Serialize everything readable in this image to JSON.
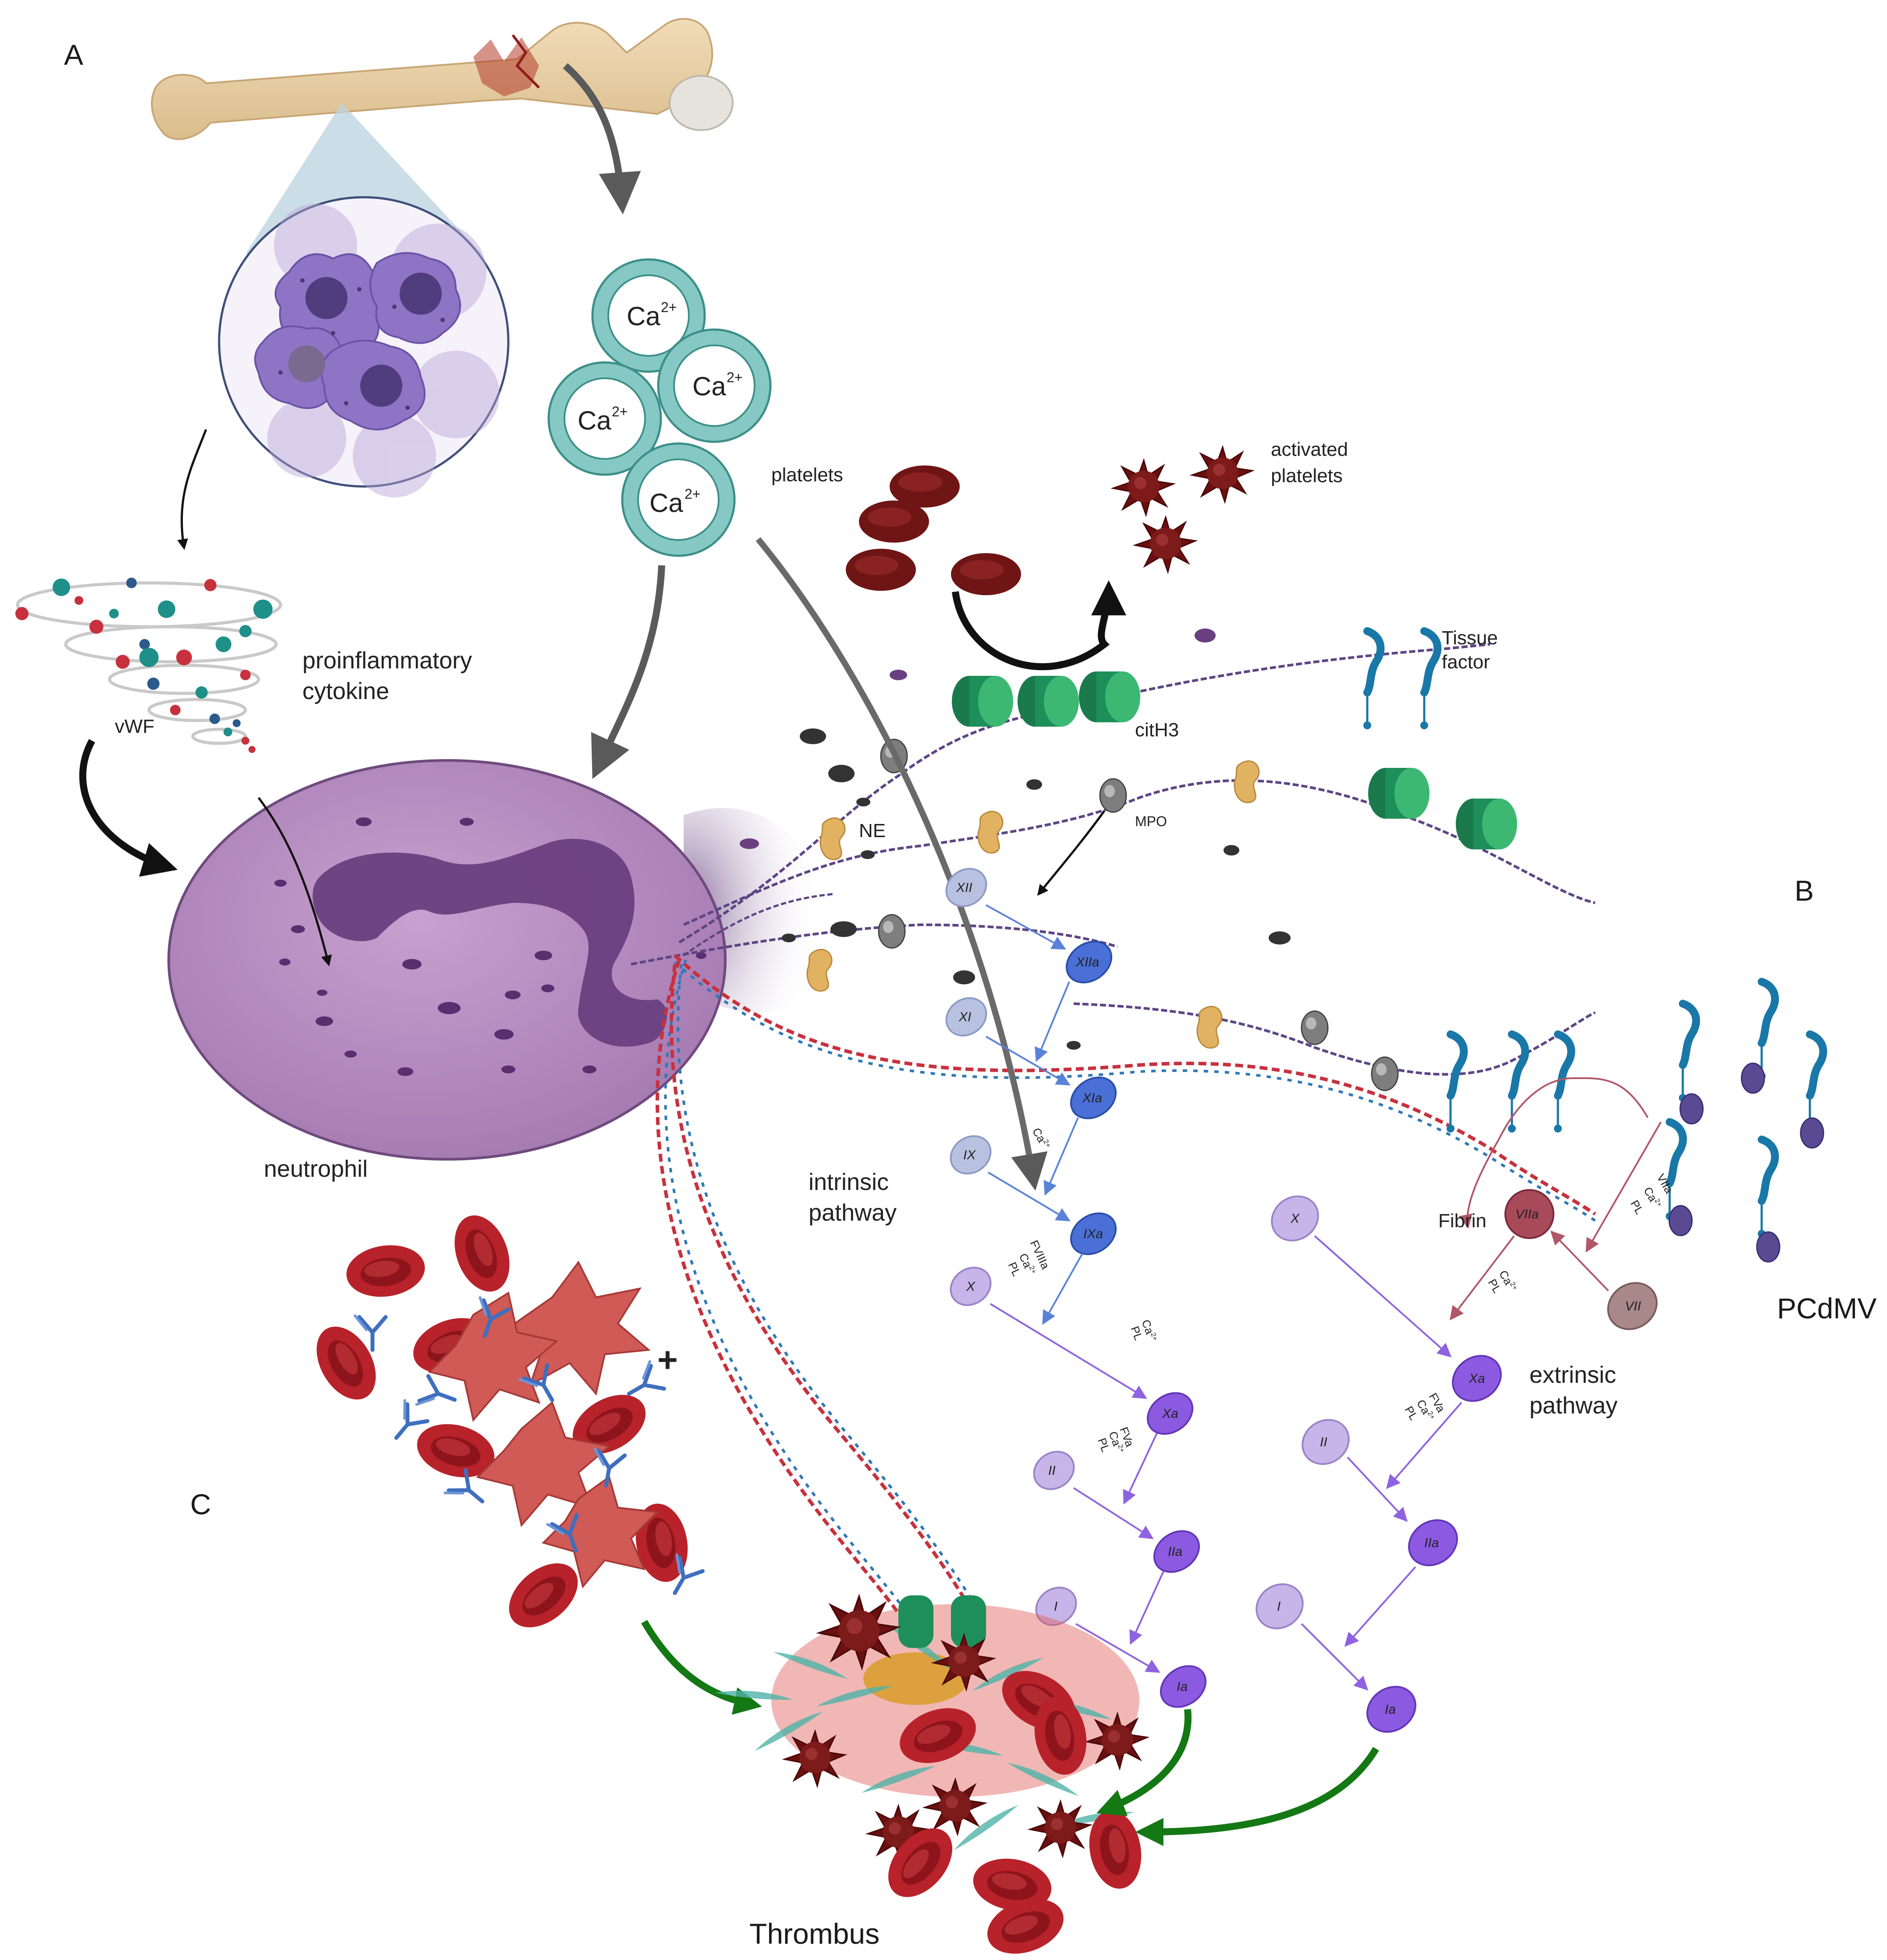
{
  "panels": {
    "a": "A",
    "b": "B",
    "c": "C"
  },
  "labels": {
    "calcium_ion": "Ca",
    "calcium_charge": "2+",
    "platelets": "platelets",
    "activated_line1": "activated",
    "activated_line2": "platelets",
    "proinflammatory_line1": "proinflammatory",
    "proinflammatory_line2": "cytokine",
    "vwf": "vWF",
    "neutrophil": "neutrophil",
    "tissue_line1": "Tissue",
    "tissue_line2": "factor",
    "cith3": "citH3",
    "ne": "NE",
    "mpo": "MPO",
    "intrinsic_line1": "intrinsic",
    "intrinsic_line2": "pathway",
    "extrinsic_line1": "extrinsic",
    "extrinsic_line2": "pathway",
    "fibrin": "Fibrin",
    "pcdmv": "PCdMV",
    "thrombus": "Thrombus",
    "plus": "+"
  },
  "factors": {
    "XII": "XII",
    "XIIa": "XIIa",
    "XI": "XI",
    "XIa": "XIa",
    "IX": "IX",
    "IXa": "IXa",
    "X_int": "X",
    "Xa_int": "Xa",
    "II_int": "II",
    "IIa_int": "IIa",
    "I_int": "I",
    "Ia_int": "Ia",
    "X_ext": "X",
    "Xa_ext": "Xa",
    "II_ext": "II",
    "IIa_ext": "IIa",
    "I_ext": "I",
    "Ia_ext": "Ia",
    "VII": "VII",
    "VIIa": "VIIa"
  },
  "cofactors": {
    "ca": "Ca",
    "ca_sup": "2+",
    "fviiia": "FVIIIa",
    "fva": "FVa",
    "pl": "PL",
    "viia": "VIIa"
  },
  "colors": {
    "neutrophil": "#b88dc0",
    "nucleus": "#6a3f80",
    "calcium_ring": "#86c9c4",
    "platelet": "#7a1a1a",
    "histone": "#1e8f5a",
    "ne_enzyme": "#e2b263",
    "mpo_enzyme": "#8a8a8a",
    "intrinsic_factor": "#4a6fd6",
    "common_factor": "#8b5ae0",
    "extrinsic_factor": "#a84a5a",
    "tissue_factor": "#1978a8",
    "rbc": "#b8222a",
    "fibrin_arrow": "#147814"
  }
}
